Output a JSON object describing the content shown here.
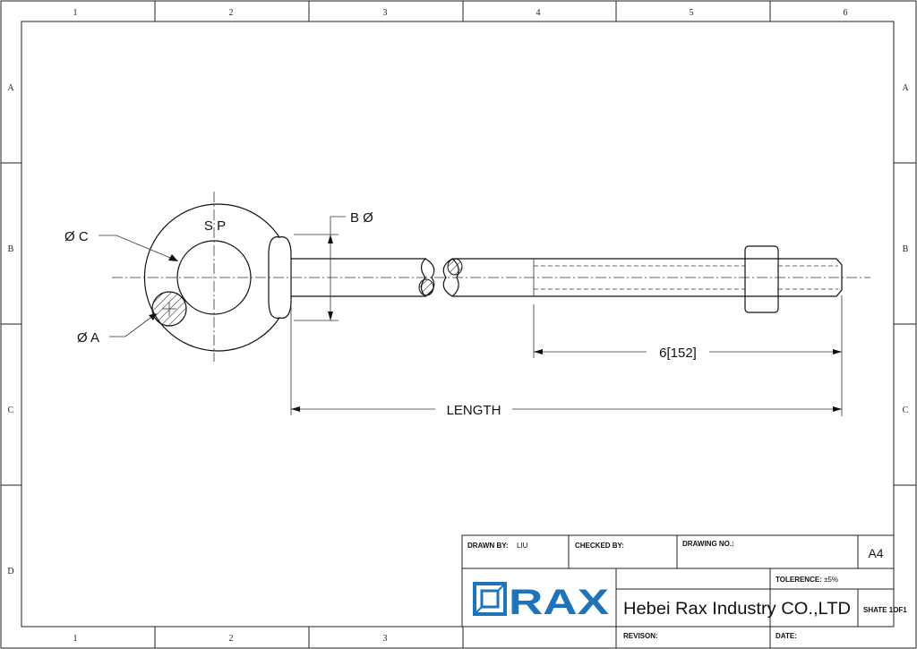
{
  "zones": {
    "columns": [
      "1",
      "2",
      "3",
      "4",
      "5",
      "6"
    ],
    "rows": [
      "A",
      "B",
      "C",
      "D"
    ]
  },
  "drawing": {
    "label_c": "Ø C",
    "label_a": "Ø A",
    "label_b": "B Ø",
    "label_sp": "S P",
    "dim_thread": "6[152]",
    "dim_length": "LENGTH"
  },
  "title_block": {
    "drawn_by_label": "DRAWN BY:",
    "drawn_by_value": "LIU",
    "checked_by_label": "CHECKED BY:",
    "drawing_no_label": "DRAWING NO.:",
    "sheet_size": "A4",
    "tolerance_label": "TOLERENCE:",
    "tolerance_value": "±5%",
    "logo_text": "RAX",
    "company": "Hebei Rax Industry CO.,LTD",
    "sheet": "SHATE 1OF1",
    "revision_label": "REVISON:",
    "date_label": "DATE:"
  },
  "colors": {
    "logo_blue": "#1f73b8",
    "line": "#222222"
  }
}
